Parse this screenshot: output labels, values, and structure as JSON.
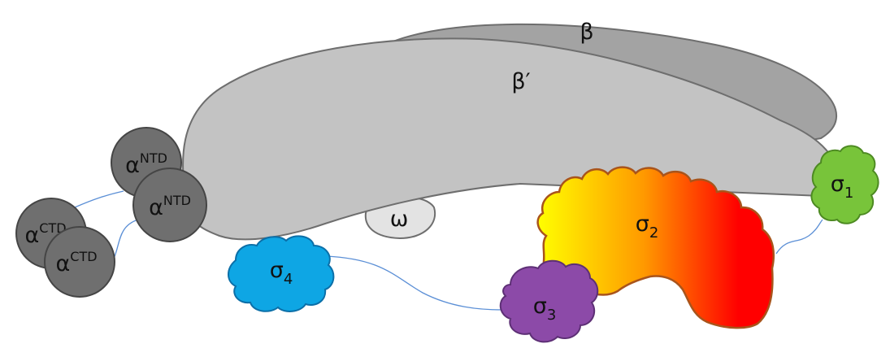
{
  "subunits": {
    "beta": {
      "label": "β"
    },
    "beta_prime": {
      "label": "β′"
    },
    "omega": {
      "label": "ω"
    },
    "alpha_ntd_1": {
      "base": "α",
      "sup": "NTD"
    },
    "alpha_ntd_2": {
      "base": "α",
      "sup": "NTD"
    },
    "alpha_ctd_1": {
      "base": "α",
      "sup": "CTD"
    },
    "alpha_ctd_2": {
      "base": "α",
      "sup": "CTD"
    },
    "sigma1": {
      "base": "σ",
      "sub": "1"
    },
    "sigma2": {
      "base": "σ",
      "sub": "2"
    },
    "sigma3": {
      "base": "σ",
      "sub": "3"
    },
    "sigma4": {
      "base": "σ",
      "sub": "4"
    }
  },
  "colors": {
    "beta_fill": "#a3a3a3",
    "beta_prime_fill": "#c3c3c3",
    "grey_stroke": "#6e6e6e",
    "alpha_fill": "#6f6f6f",
    "alpha_stroke": "#454545",
    "omega_fill": "#e3e3e3",
    "sigma1_fill": "#78c43a",
    "sigma2_gradient": [
      "#ffff00",
      "#ff9900",
      "#ff0000"
    ],
    "sigma2_stroke": "#a9541b",
    "sigma3_fill": "#8c4aa8",
    "sigma4_fill": "#0ea6e4",
    "linker": "#5b8fd6"
  }
}
